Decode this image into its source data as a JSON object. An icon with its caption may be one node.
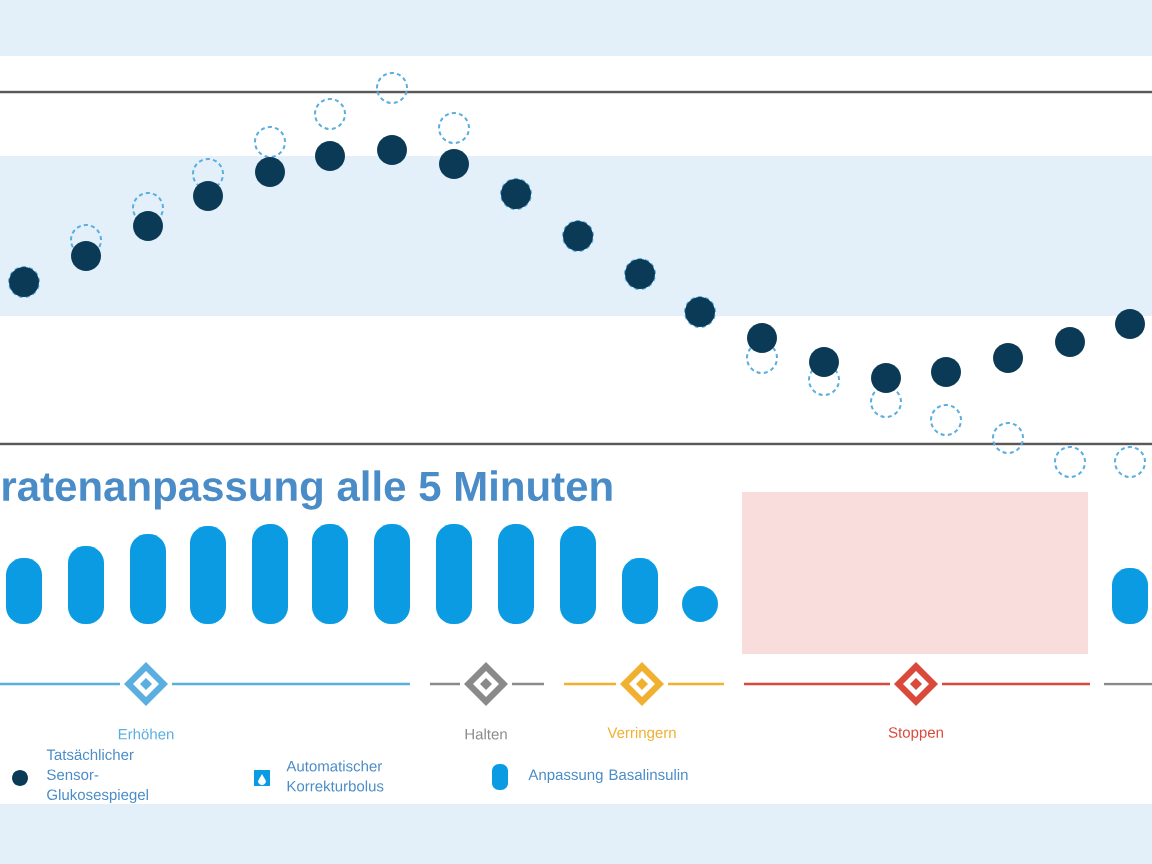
{
  "diagram": {
    "title": "ratenanpassung alle 5 Minuten",
    "labels": [
      "Erhöhen",
      "Halten",
      "Verringern",
      "Stoppen"
    ],
    "legend": [
      {
        "text": "Tatsächlicher Sensor-Glukosespiegel"
      },
      {
        "text": "Automatischer Korrekturbolus"
      },
      {
        "text": "Anpassung Basalinsulin"
      }
    ]
  }
}
